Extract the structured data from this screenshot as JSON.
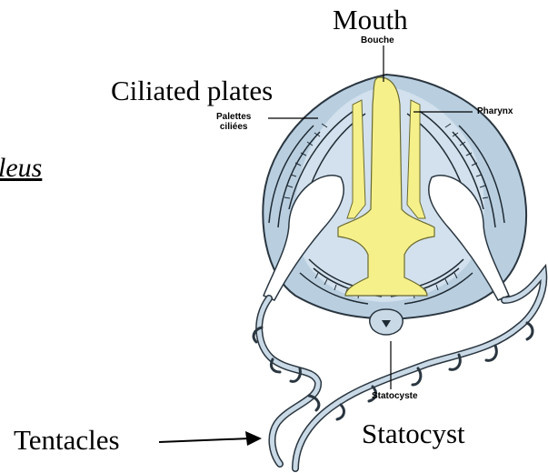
{
  "labels": {
    "mouth": "Mouth",
    "bouche": "Bouche",
    "ciliated_plates": "Ciliated plates",
    "palettes_ciliees": "Palettes\nciliées",
    "pharynx": "Pharynx",
    "statocyste": "Statocyste",
    "statocyst": "Statocyst",
    "tentacles": "Tentacles",
    "left_fragment": "leus"
  },
  "colors": {
    "body_fill": "#b9cfe0",
    "body_stroke": "#2a3640",
    "gut_fill": "#f5f08a",
    "tentacle_fill": "#c9d9e6",
    "comb_stroke": "#1f2a33"
  }
}
